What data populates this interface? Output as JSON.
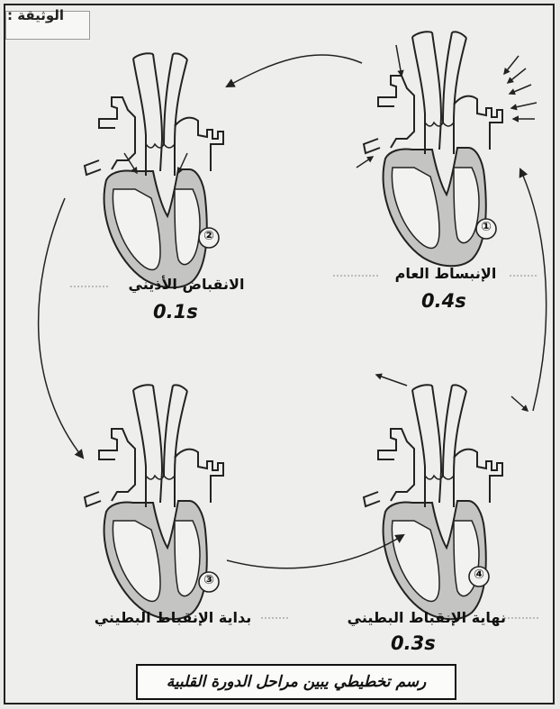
{
  "document": {
    "label": "الوثيقة :"
  },
  "stages": [
    {
      "number": "①",
      "label": "الإنبساط العام",
      "duration": "0.4s"
    },
    {
      "number": "②",
      "label": "الانقباض الأذيني",
      "duration": "0.1s"
    },
    {
      "number": "③",
      "label": "بداية  الإنقباط البطيني",
      "duration": ""
    },
    {
      "number": "④",
      "label": "نهاية الإنقباط البطيني",
      "duration": "0.3s"
    }
  ],
  "caption": "رسم تخطيطي يبين مراحل الدورة القلبية",
  "colors": {
    "ventricle_fill": "#c4c4c2",
    "line": "#222222",
    "background": "#eeeeec"
  }
}
